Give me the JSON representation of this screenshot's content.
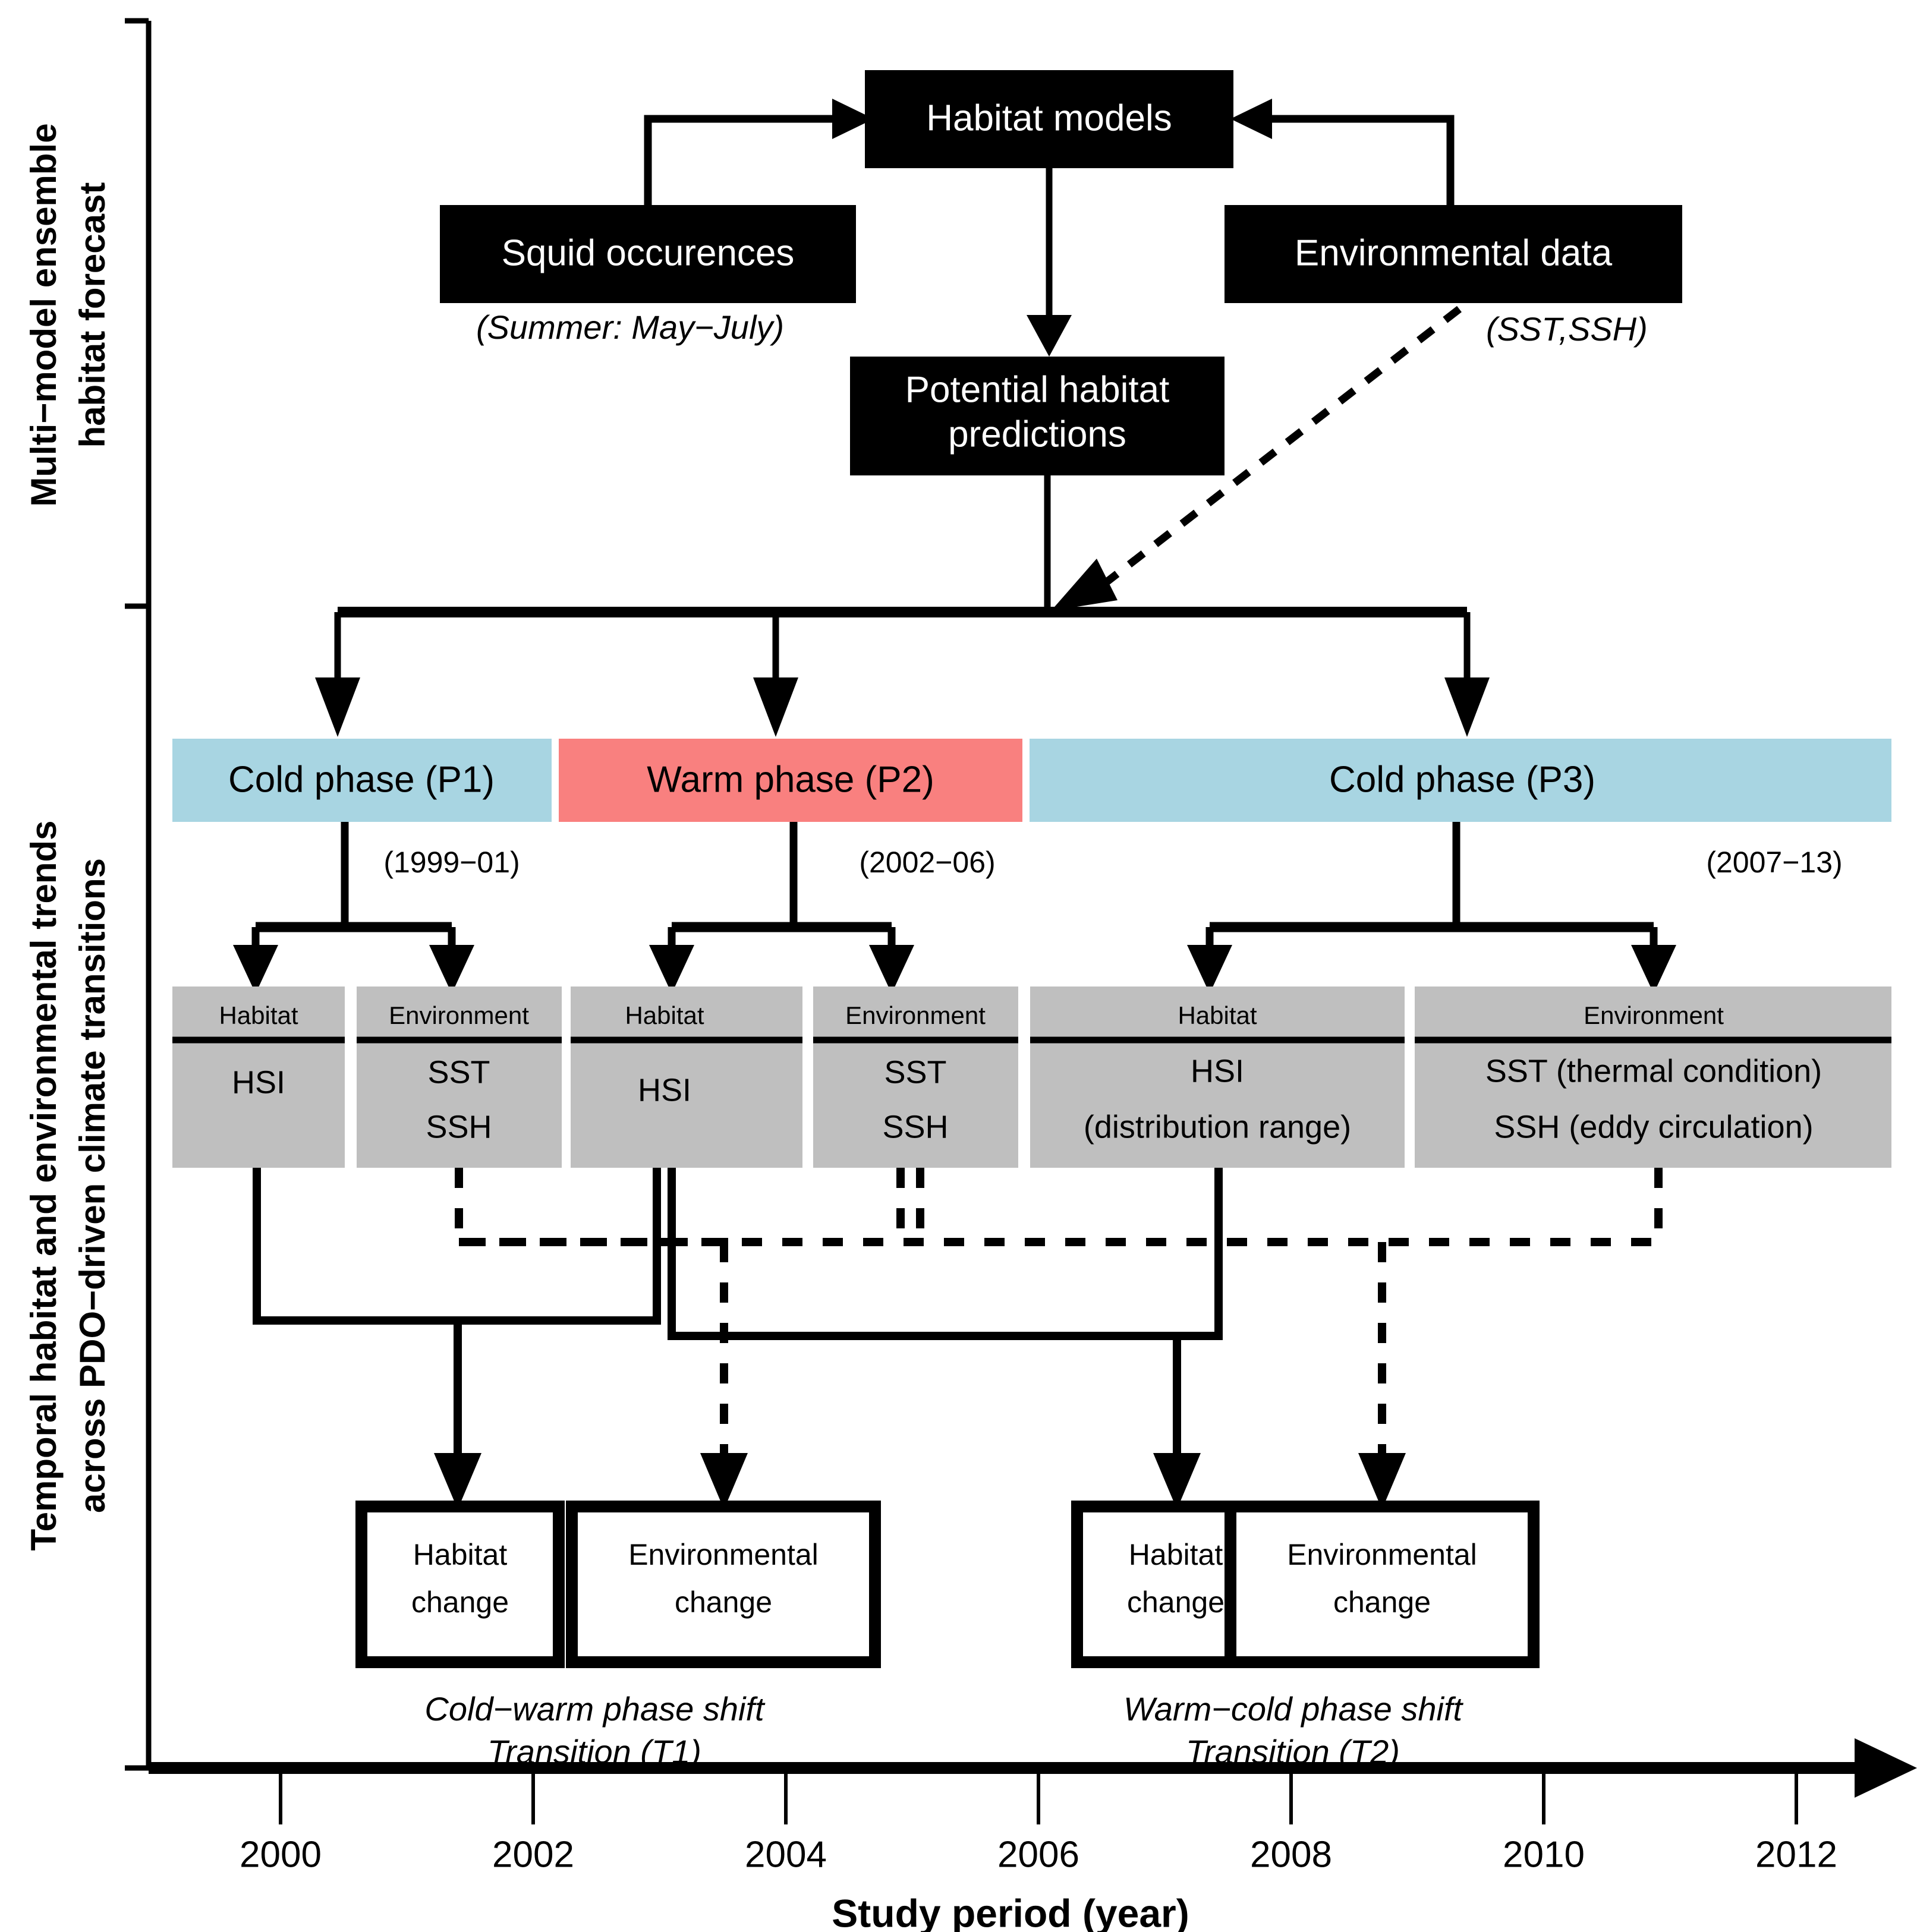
{
  "figure": {
    "side_labels": [
      {
        "id": "upper",
        "line1": "Multi−model ensemble",
        "line2": "habitat forecast"
      },
      {
        "id": "lower",
        "line1": "Temporal habitat and environmental trends",
        "line2": "across PDO−driven climate transitions"
      }
    ],
    "flow_boxes": [
      {
        "id": "habitat-models",
        "label": "Habitat models"
      },
      {
        "id": "squid-occurences",
        "label": "Squid occurences"
      },
      {
        "id": "environmental-data",
        "label": "Environmental data"
      },
      {
        "id": "potential-habitat-predictions",
        "line1": "Potential habitat",
        "line2": "predictions"
      }
    ],
    "annotations": [
      {
        "id": "squid-season",
        "text": "(Summer: May−July)"
      },
      {
        "id": "env-vars",
        "text": "(SST,SSH)"
      }
    ],
    "phases": [
      {
        "id": "p1",
        "label": "Cold phase (P1)",
        "years": "(1999−01)",
        "type": "cold",
        "color": "#a8d5e2"
      },
      {
        "id": "p2",
        "label": "Warm phase (P2)",
        "years": "(2002−06)",
        "type": "warm",
        "color": "#f9807f"
      },
      {
        "id": "p3",
        "label": "Cold phase (P3)",
        "years": "(2007−13)",
        "type": "cold",
        "color": "#a8d5e2"
      }
    ],
    "variable_panels": [
      {
        "id": "p1-habitat",
        "header": "Habitat",
        "lines": [
          "HSI"
        ]
      },
      {
        "id": "p1-environment",
        "header": "Environment",
        "lines": [
          "SST",
          "SSH"
        ]
      },
      {
        "id": "p2-habitat",
        "header": "Habitat",
        "lines": [
          "HSI"
        ]
      },
      {
        "id": "p2-environment",
        "header": "Environment",
        "lines": [
          "SST",
          "SSH"
        ]
      },
      {
        "id": "p3-habitat",
        "header": "Habitat",
        "lines": [
          "HSI",
          "(distribution range)"
        ]
      },
      {
        "id": "p3-environment",
        "header": "Environment",
        "lines": [
          "SST (thermal condition)",
          "SSH (eddy circulation)"
        ]
      }
    ],
    "change_boxes": [
      {
        "id": "t1-habitat-change",
        "line1": "Habitat",
        "line2": "change"
      },
      {
        "id": "t1-environmental-change",
        "line1": "Environmental",
        "line2": "change"
      },
      {
        "id": "t2-habitat-change",
        "line1": "Habitat",
        "line2": "change"
      },
      {
        "id": "t2-environmental-change",
        "line1": "Environmental",
        "line2": "change"
      }
    ],
    "transitions": [
      {
        "id": "t1",
        "line1": "Cold−warm phase shift",
        "line2": "Transition (T1)"
      },
      {
        "id": "t2",
        "line1": "Warm−cold phase shift",
        "line2": "Transition (T2)"
      }
    ],
    "axis": {
      "title": "Study period (year)",
      "ticks": [
        "2000",
        "2002",
        "2004",
        "2006",
        "2008",
        "2010",
        "2012"
      ]
    },
    "colors": {
      "cold_phase": "#a8d5e2",
      "warm_phase": "#f9807f",
      "panel_gray": "#bfbfbf",
      "box_black": "#000000",
      "stroke": "#000000"
    }
  }
}
